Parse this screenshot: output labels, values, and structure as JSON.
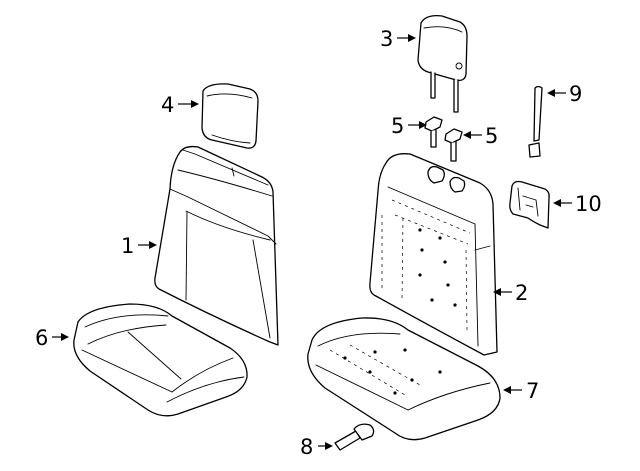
{
  "callouts": [
    {
      "id": "1",
      "label": "1"
    },
    {
      "id": "2",
      "label": "2"
    },
    {
      "id": "3",
      "label": "3"
    },
    {
      "id": "4",
      "label": "4"
    },
    {
      "id": "5a",
      "label": "5"
    },
    {
      "id": "5b",
      "label": "5"
    },
    {
      "id": "6",
      "label": "6"
    },
    {
      "id": "7",
      "label": "7"
    },
    {
      "id": "8",
      "label": "8"
    },
    {
      "id": "9",
      "label": "9"
    },
    {
      "id": "10",
      "label": "10"
    }
  ]
}
